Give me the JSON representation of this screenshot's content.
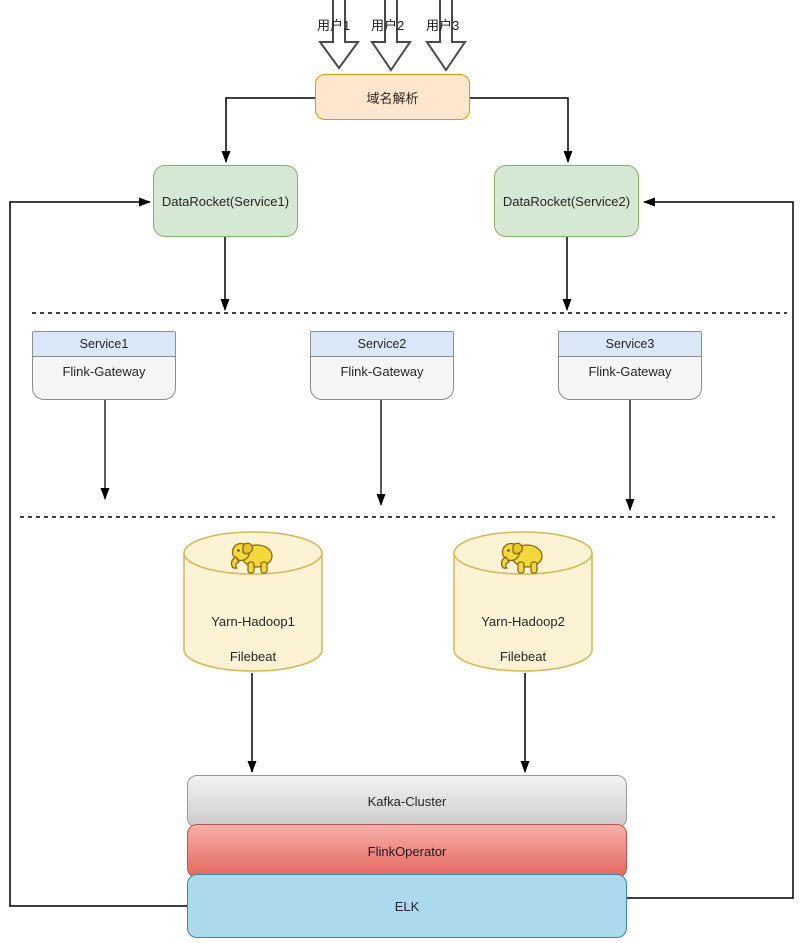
{
  "users": [
    {
      "label": "用户1"
    },
    {
      "label": "用户2"
    },
    {
      "label": "用户3"
    }
  ],
  "domain": {
    "label": "域名解析"
  },
  "gateways": [
    {
      "label": "DataRocket(Service1)"
    },
    {
      "label": "DataRocket(Service2)"
    }
  ],
  "services": [
    {
      "title": "Service1",
      "body": "Flink-Gateway"
    },
    {
      "title": "Service2",
      "body": "Flink-Gateway"
    },
    {
      "title": "Service3",
      "body": "Flink-Gateway"
    }
  ],
  "clusters": [
    {
      "label": "Yarn-Hadoop1",
      "agent": "Filebeat",
      "icon": "hadoop-elephant-icon"
    },
    {
      "label": "Yarn-Hadoop2",
      "agent": "Filebeat",
      "icon": "hadoop-elephant-icon"
    }
  ],
  "pipeline": [
    {
      "label": "Kafka-Cluster"
    },
    {
      "label": "FlinkOperator"
    },
    {
      "label": "ELK"
    }
  ],
  "colors": {
    "domain_fill": "#FFE6CC",
    "domain_border": "#D79B00",
    "gateway_fill": "#D5E8D4",
    "gateway_border": "#82B366",
    "service_header_fill": "#D9E7F8",
    "service_body_fill": "#F5F5F5",
    "cylinder_fill": "#FCF2D4",
    "cylinder_border": "#D6B656",
    "kafka_fill": "#DDDDDD",
    "flink_operator_fill": "#EC8A82",
    "elk_fill": "#ACD9EE",
    "connector": "#000000"
  }
}
